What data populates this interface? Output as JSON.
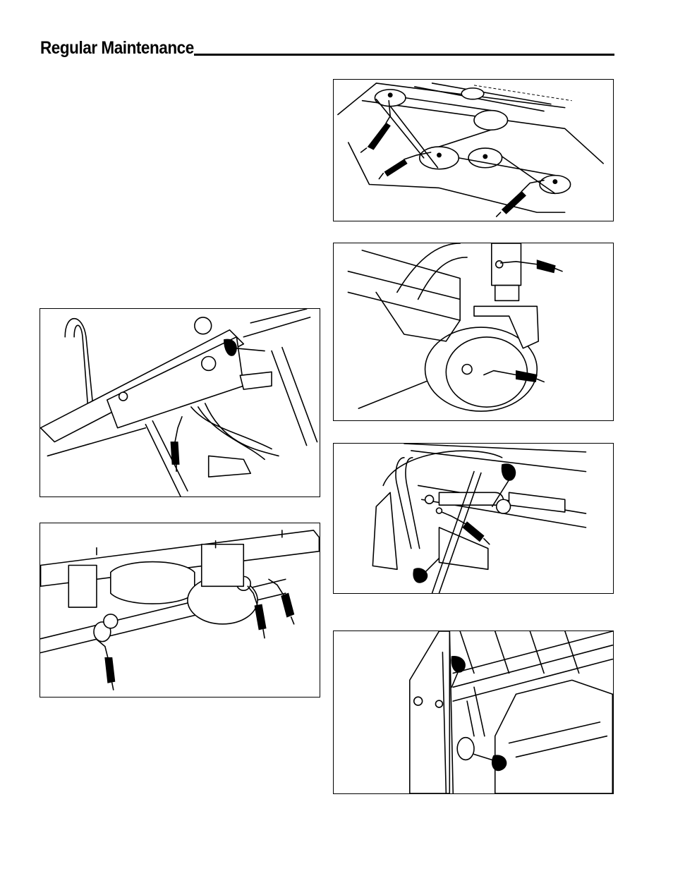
{
  "header": {
    "title": "Regular Maintenance"
  },
  "figures": [
    {
      "id": "deck-pulleys-grease-points",
      "icon": "grease-gun-icon"
    },
    {
      "id": "caster-wheel-grease-points",
      "icon": "grease-gun-icon"
    },
    {
      "id": "steering-pivot-grease-point",
      "icon": "grease-gun-icon"
    },
    {
      "id": "control-linkage-oil-points",
      "icon": "oil-can-icon"
    },
    {
      "id": "deck-lift-shaft-grease-points",
      "icon": "grease-gun-icon"
    },
    {
      "id": "seat-frame-oil-points",
      "icon": "oil-can-icon"
    }
  ]
}
